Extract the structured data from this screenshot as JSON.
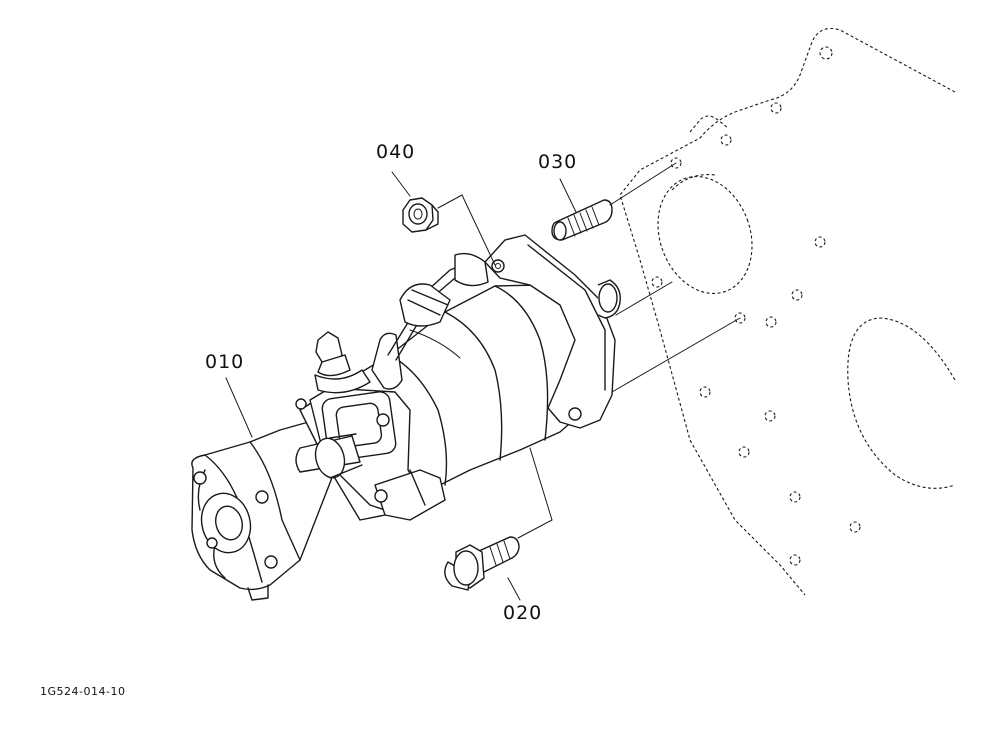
{
  "callouts": {
    "starter": "010",
    "bolt": "020",
    "stud": "030",
    "nut": "040"
  },
  "drawing_code": "1G524-014-10",
  "colors": {
    "line": "#1a1a1a",
    "background": "#ffffff"
  }
}
